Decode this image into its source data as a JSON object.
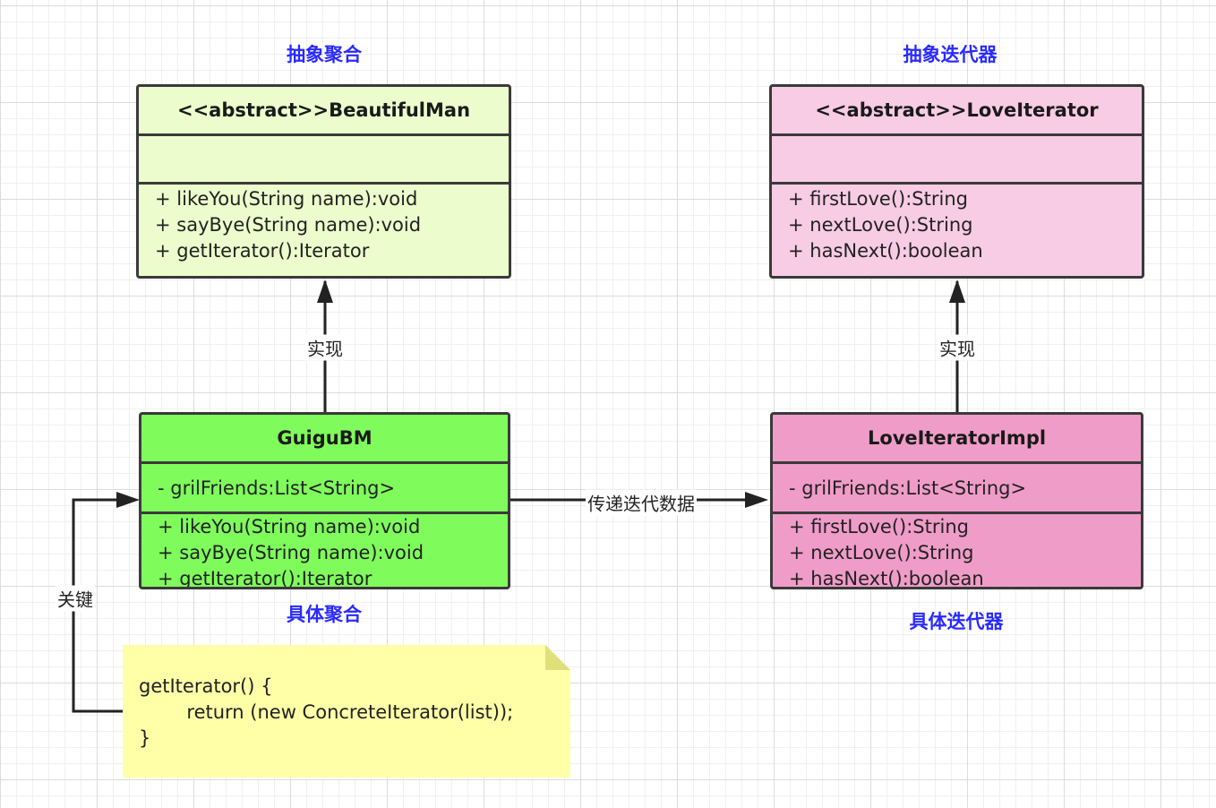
{
  "sections": {
    "abstract_aggregate": "抽象聚合",
    "abstract_iterator": "抽象迭代器",
    "concrete_aggregate": "具体聚合",
    "concrete_iterator": "具体迭代器"
  },
  "classes": {
    "beautiful_man": {
      "title": "<<abstract>>BeautifulMan",
      "methods": [
        "+ likeYou(String name):void",
        "+ sayBye(String name):void",
        "+ getIterator():Iterator"
      ]
    },
    "love_iterator": {
      "title": "<<abstract>>LoveIterator",
      "methods": [
        "+ firstLove():String",
        "+ nextLove():String",
        "+ hasNext():boolean"
      ]
    },
    "guigu_bm": {
      "title": "GuiguBM",
      "attribute": "- grilFriends:List<String>",
      "methods": [
        "+ likeYou(String name):void",
        "+ sayBye(String name):void",
        "+ getIterator():Iterator"
      ]
    },
    "love_iterator_impl": {
      "title": "LoveIteratorImpl",
      "attribute": "- grilFriends:List<String>",
      "methods": [
        "+ firstLove():String",
        "+ nextLove():String",
        "+ hasNext():boolean"
      ]
    }
  },
  "edges": {
    "implement_left": "实现",
    "implement_right": "实现",
    "pass_data": "传递迭代数据",
    "key": "关键"
  },
  "note": {
    "lines": [
      "getIterator() {",
      "        return (new ConcreteIterator(list));",
      "}"
    ]
  },
  "colors": {
    "abstract_aggregate_fill": "#ecfccc",
    "abstract_iterator_fill": "#f8cce4",
    "concrete_aggregate_fill": "#7ffc5c",
    "concrete_iterator_fill": "#f09cc8",
    "note_fill": "#ffffa8",
    "section_title": "#2a2aff"
  }
}
